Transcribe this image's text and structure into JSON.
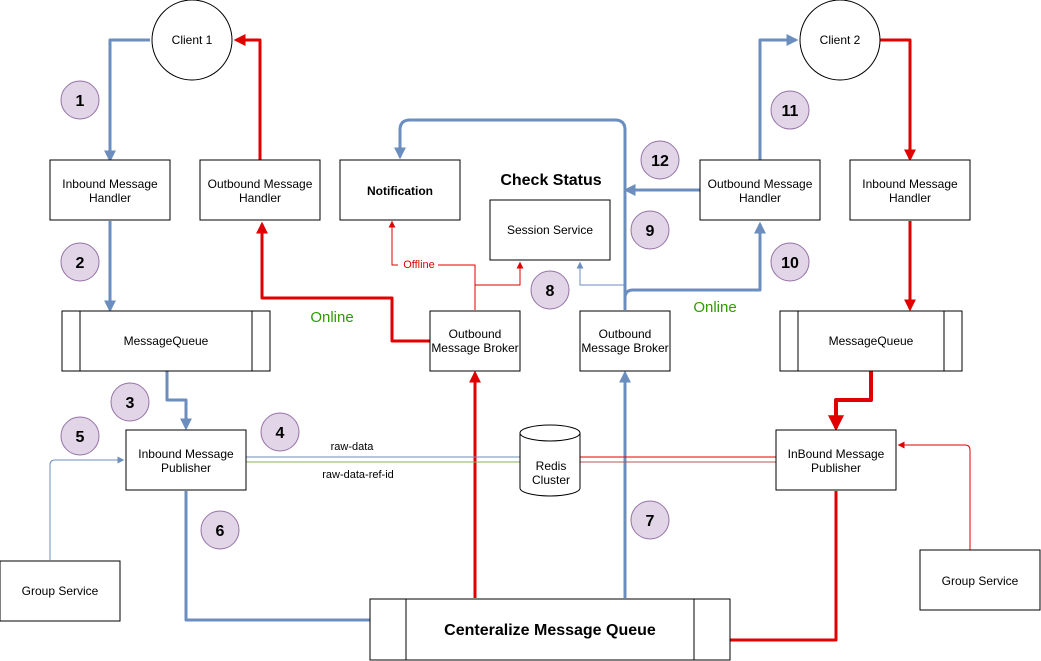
{
  "clients": {
    "client1": "Client 1",
    "client2": "Client 2"
  },
  "handlers": {
    "inbound_left": [
      "Inbound Message",
      "Handler"
    ],
    "outbound_left": [
      "Outbound Message",
      "Handler"
    ],
    "outbound_right": [
      "Outbound Message",
      "Handler"
    ],
    "inbound_right": [
      "Inbound Message",
      "Handler"
    ]
  },
  "notification": "Notification",
  "check_status": "Check Status",
  "session_service": "Session Service",
  "queues": {
    "left": "MessageQueue",
    "right": "MessageQueue",
    "central": "Centeralize Message Queue"
  },
  "brokers": {
    "left": [
      "Outbound",
      "Message Broker"
    ],
    "right": [
      "Outbound",
      "Message Broker"
    ]
  },
  "publishers": {
    "left": [
      "Inbound Message",
      "Publisher"
    ],
    "right": [
      "InBound Message",
      "Publisher"
    ]
  },
  "redis": [
    "Redis",
    "Cluster"
  ],
  "group_services": {
    "left": "Group Service",
    "right": "Group Service"
  },
  "edge_labels": {
    "online_left": "Online",
    "online_right": "Online",
    "offline": "Offline",
    "raw_data": "raw-data",
    "raw_data_ref_id": "raw-data-ref-id"
  },
  "steps": [
    "1",
    "2",
    "3",
    "4",
    "5",
    "6",
    "7",
    "8",
    "9",
    "10",
    "11",
    "12"
  ],
  "colors": {
    "blue_flow": "#6C8EBF",
    "red_flow": "#E00000",
    "online_text": "#2E9B00",
    "badge_fill": "#E1D5E7",
    "badge_stroke": "#9673A6"
  }
}
